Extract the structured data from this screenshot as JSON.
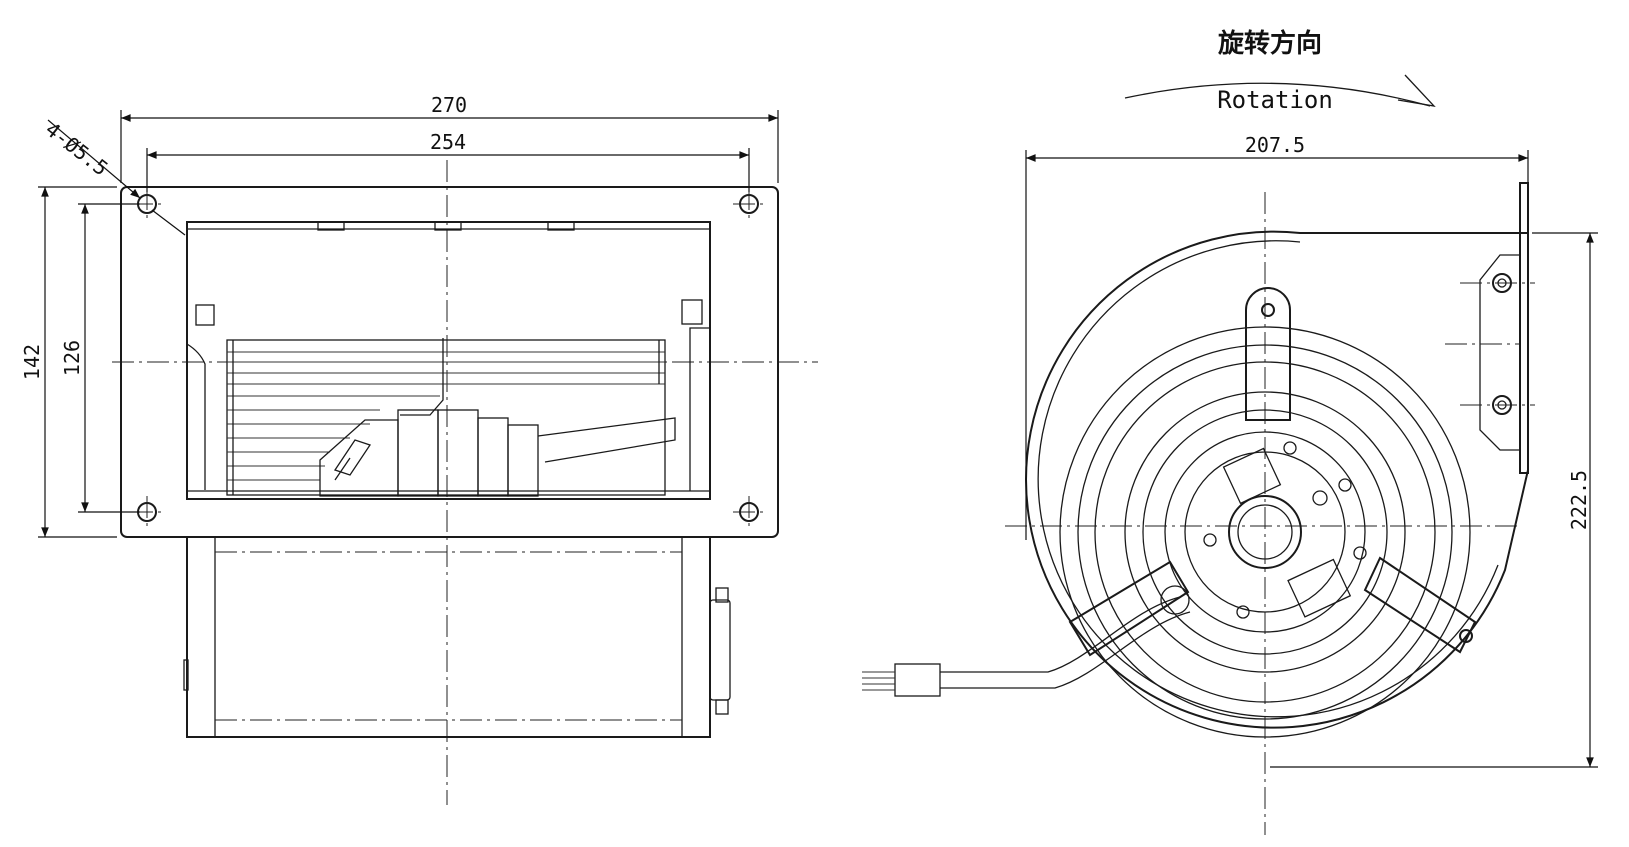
{
  "left_view": {
    "dim_overall_width": "270",
    "dim_hole_spacing_width": "254",
    "dim_overall_height": "142",
    "dim_hole_spacing_height": "126",
    "dim_holes": "4-Ø5.5"
  },
  "right_view": {
    "title_cn": "旋转方向",
    "title_en": "Rotation",
    "dim_width": "207.5",
    "dim_height": "222.5"
  }
}
